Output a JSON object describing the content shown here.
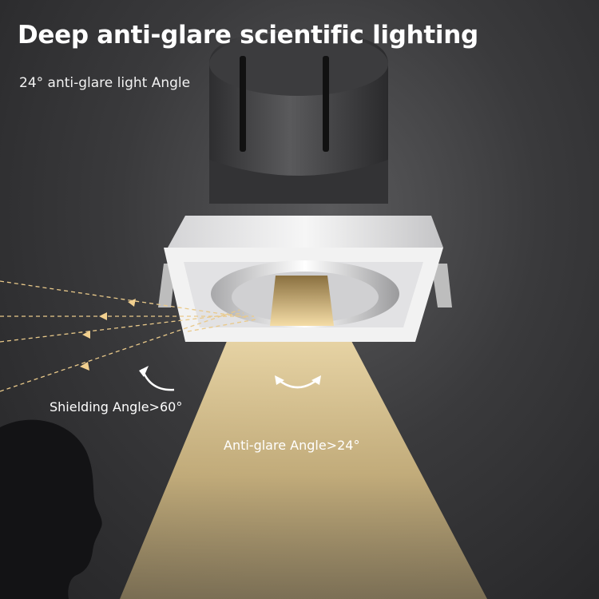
{
  "headline": "Deep anti-glare scientific lighting",
  "subheadline": "24° anti-glare light Angle",
  "annotations": {
    "shielding_angle": "Shielding Angle>60°",
    "anti_glare_angle": "Anti-glare Angle>24°"
  },
  "colors": {
    "background": "#3a3a3c",
    "beam": "#e9d29a",
    "light_ray": "#e9c98a",
    "fixture_body": "#4a4a4c",
    "bezel": "#f2f2f2",
    "text": "#ffffff"
  },
  "icons": {
    "fixture": "recessed-downlight-icon",
    "head": "human-head-silhouette-icon",
    "shield_arrow": "curved-arrow-icon",
    "anti_glare_arrow": "curved-arrow-icon"
  }
}
